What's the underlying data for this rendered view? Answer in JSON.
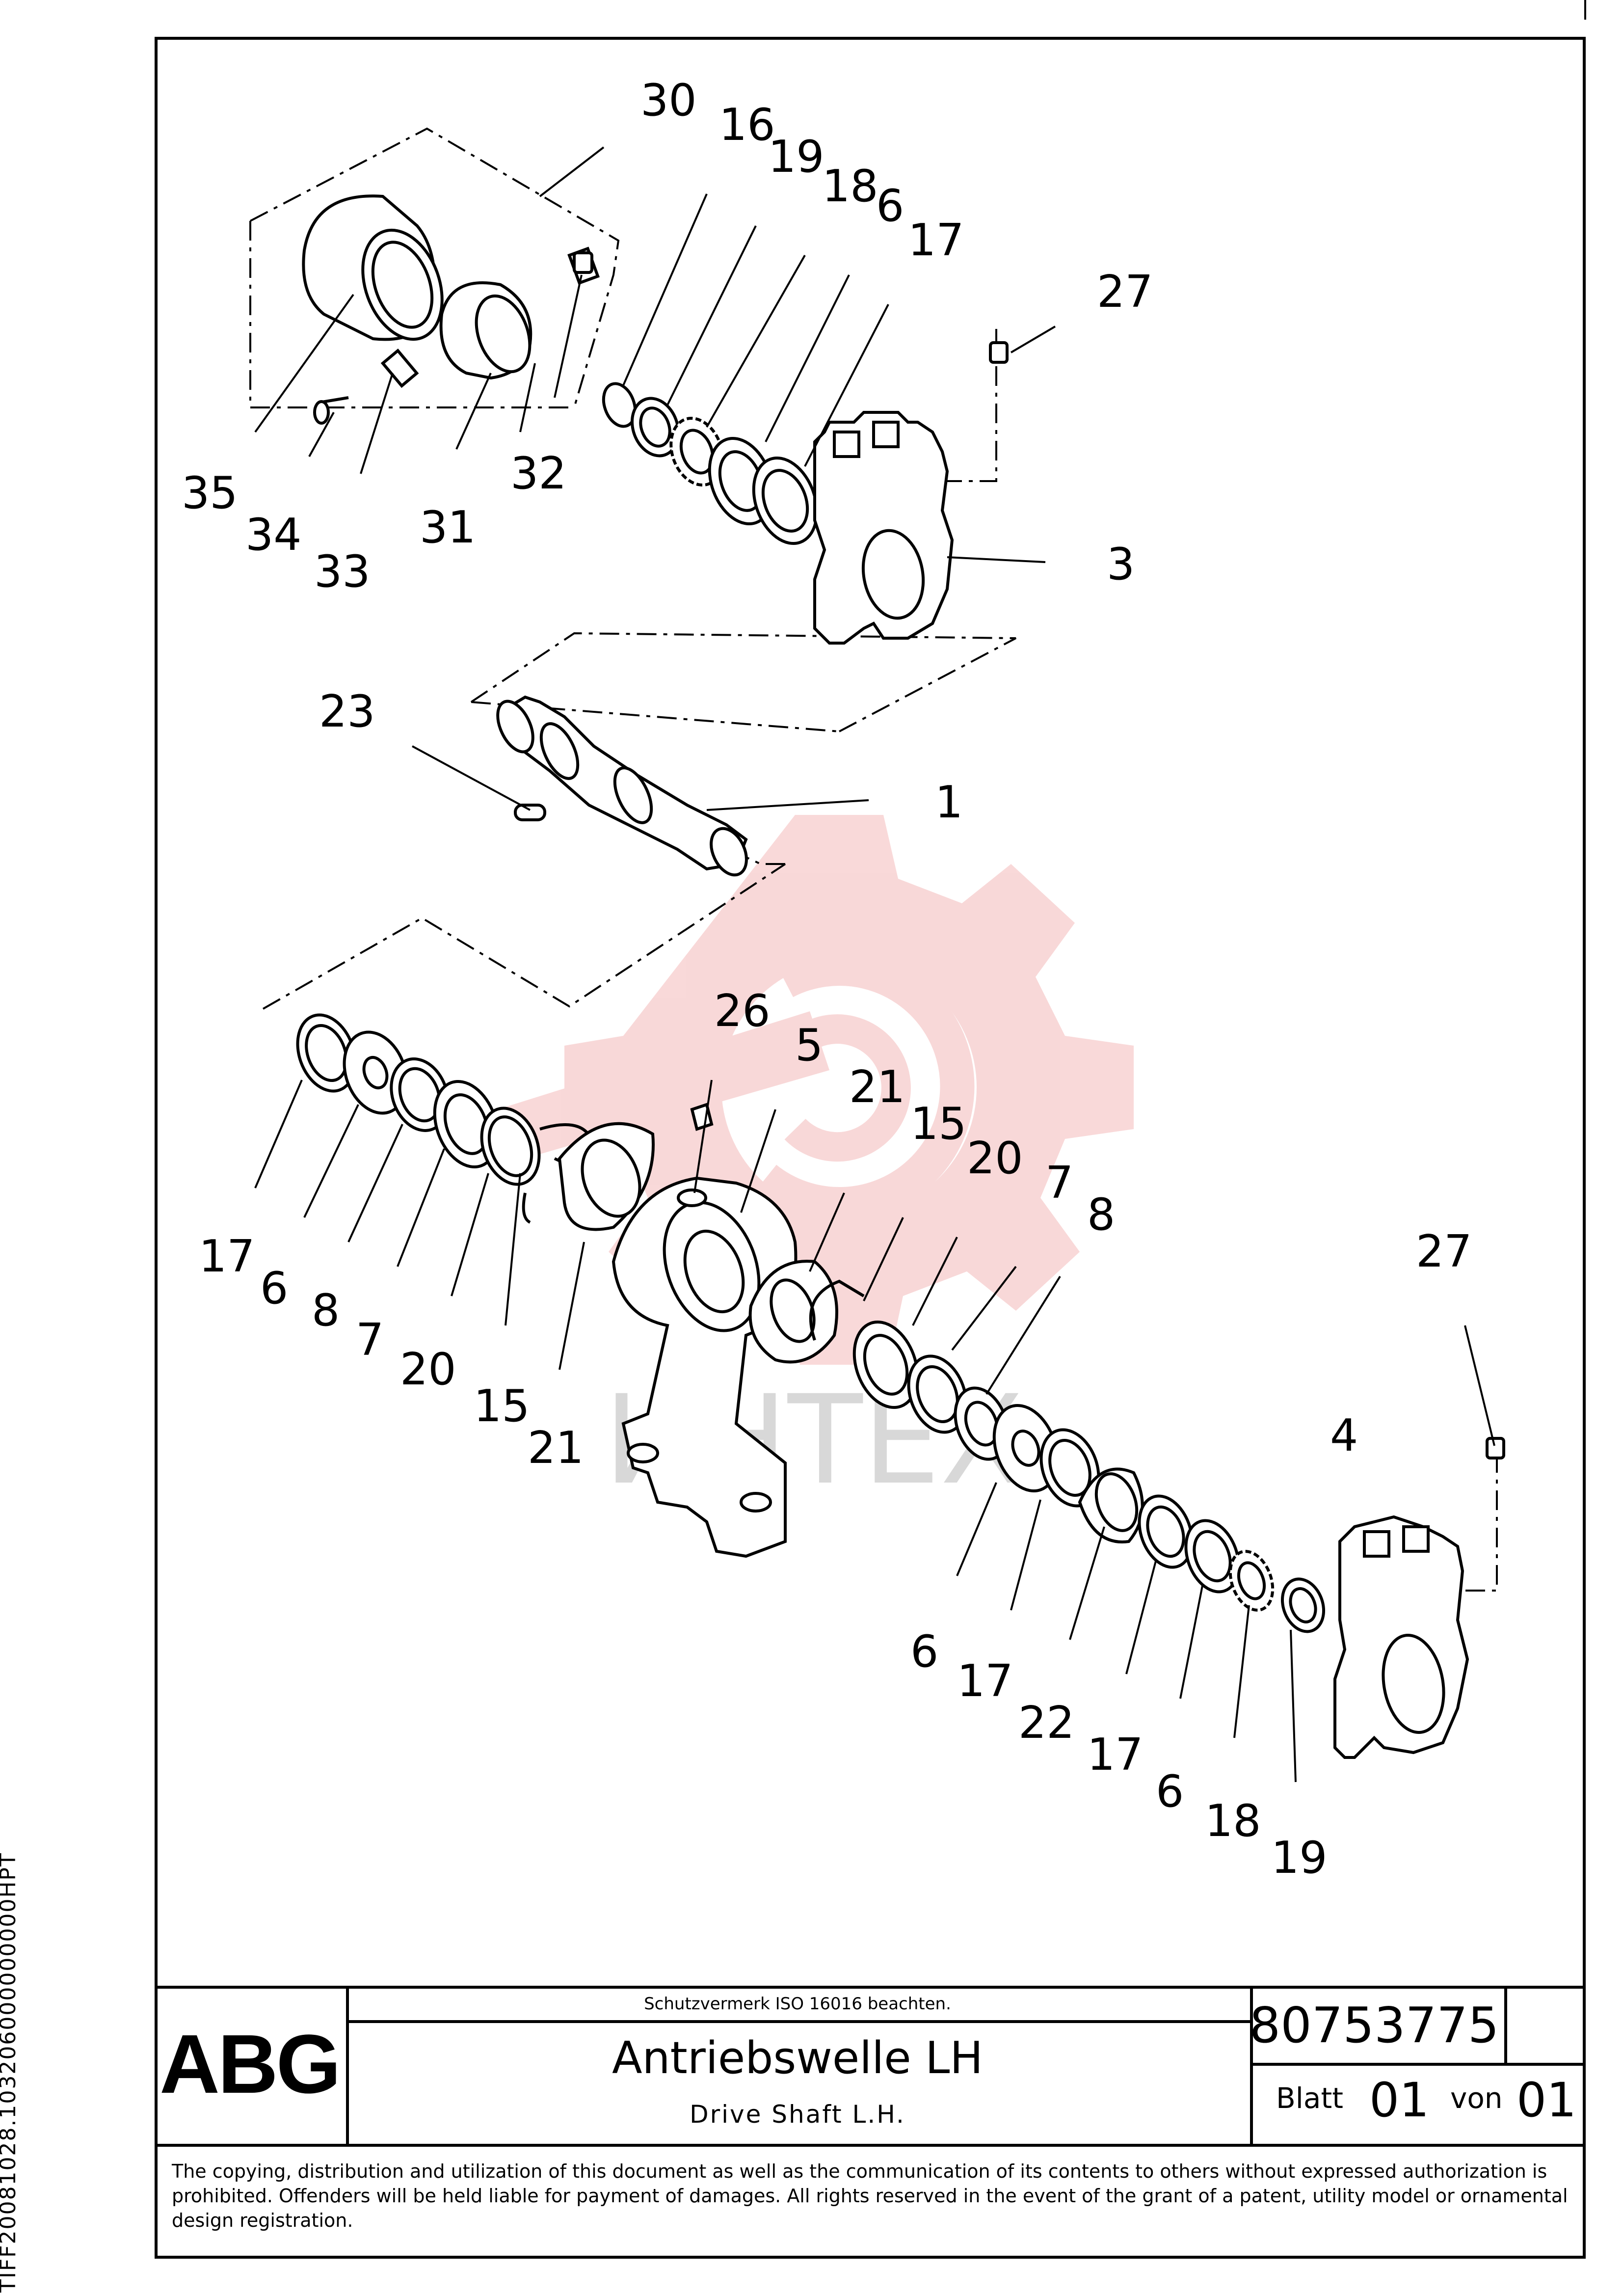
{
  "side_code": "TIFF20081028.103206000000000HPT",
  "watermark_text": "ИНТЕХ",
  "callouts": {
    "c30": "30",
    "c16": "16",
    "c19a": "19",
    "c18a": "18",
    "c6a": "6",
    "c17a": "17",
    "c27a": "27",
    "c35": "35",
    "c34": "34",
    "c33": "33",
    "c31": "31",
    "c32": "32",
    "c3": "3",
    "c23": "23",
    "c1": "1",
    "c26": "26",
    "c5": "5",
    "c21a": "21",
    "c15a": "15",
    "c20a": "20",
    "c7a": "7",
    "c8a": "8",
    "c17b": "17",
    "c6b": "6",
    "c8b": "8",
    "c7b": "7",
    "c20b": "20",
    "c15b": "15",
    "c21b": "21",
    "c27b": "27",
    "c4": "4",
    "c6c": "6",
    "c17c": "17",
    "c22": "22",
    "c17d": "17",
    "c6d": "6",
    "c18b": "18",
    "c19b": "19"
  },
  "title_block": {
    "logo": "ABG",
    "protection_note": "Schutzvermerk ISO 16016 beachten.",
    "title_de": "Antriebswelle LH",
    "title_en": "Drive Shaft L.H.",
    "document_number": "80753775",
    "sheet_label": "Blatt",
    "sheet_number": "01",
    "of_label": "von",
    "of_number": "01"
  },
  "copyright": "The copying, distribution and utilization of this document as well as the communication of its contents to others without expressed authorization is prohibited. Offenders will be held liable for payment of damages. All rights reserved in the event of the grant of a patent, utility model or ornamental design registration.",
  "colors": {
    "line": "#000000",
    "watermark_gear": "#f4b9b9"
  }
}
